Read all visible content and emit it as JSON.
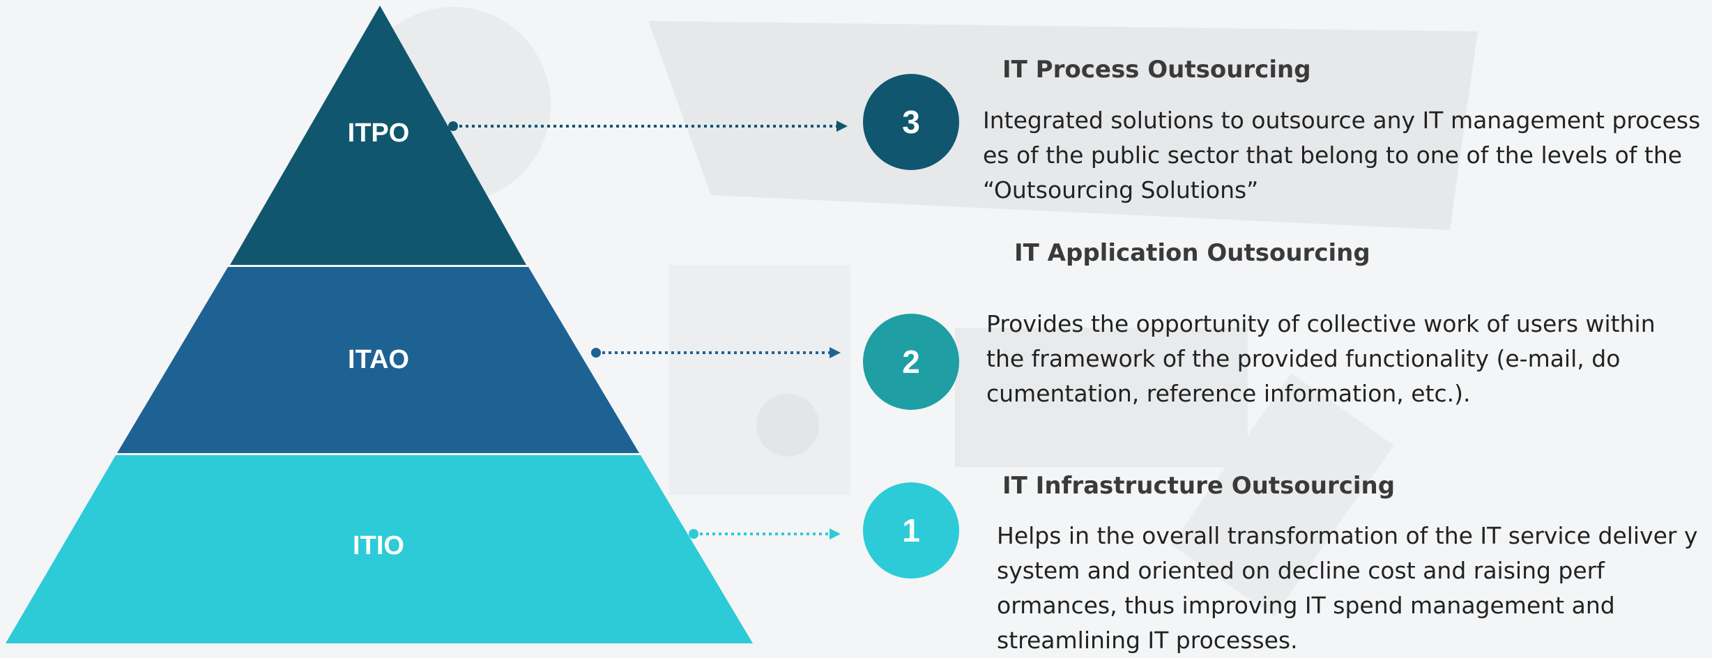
{
  "colors": {
    "level3": "#10566e",
    "level2": "#1e6294",
    "level1": "#2ccbd7",
    "circle3": "#10566e",
    "circle2": "#1f9ea3",
    "circle1": "#2ccbd7"
  },
  "levels": [
    {
      "id": "3",
      "abbr": "ITPO",
      "number": "3",
      "title": "IT  Process Outsourcing",
      "description": "Integrated solutions to outsource any IT management process es of the public sector that belong to one of the levels of the “Outsourcing Solutions”"
    },
    {
      "id": "2",
      "abbr": "ITAO",
      "number": "2",
      "title": "IT Application Outsourcing",
      "description": "Provides the opportunity of collective work of users    within the framework of the provided functionality       (e-mail, do cumentation, reference information, etc.)."
    },
    {
      "id": "1",
      "abbr": "ITIO",
      "number": "1",
      "title": "IT  Infrastructure Outsourcing",
      "description": "Helps in the overall transformation of the IT service deliver y system and oriented on decline cost and      raising perf ormances, thus improving IT spend        management and streamlining IT processes."
    }
  ]
}
